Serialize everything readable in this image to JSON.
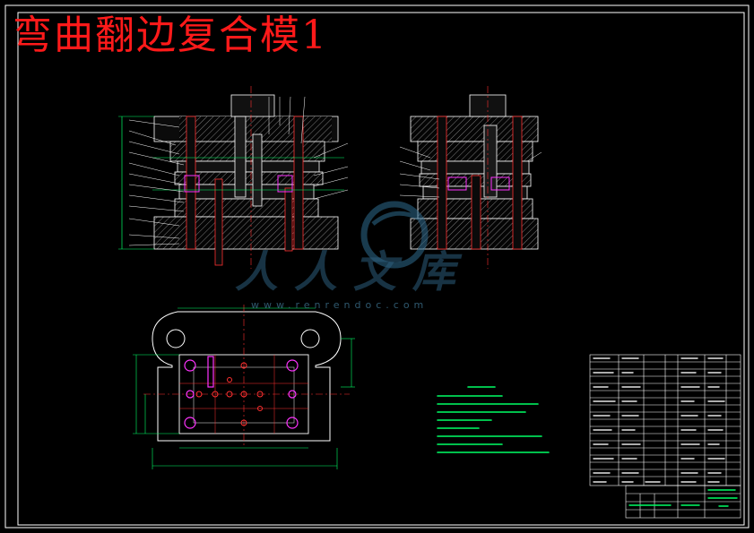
{
  "drawing": {
    "title": "弯曲翻边复合模1"
  },
  "watermark": {
    "text": "人人文库",
    "url": "www.renrendoc.com"
  }
}
